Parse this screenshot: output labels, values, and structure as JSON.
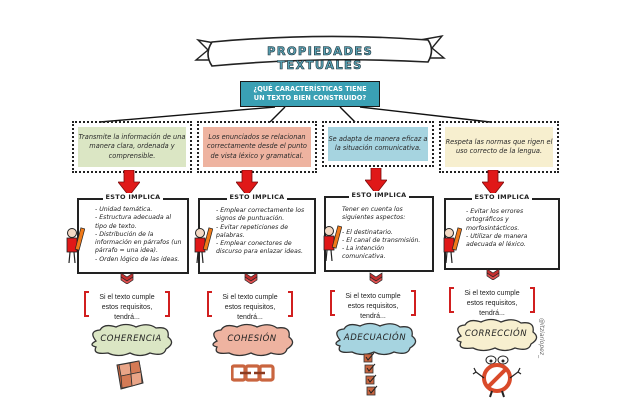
{
  "title": "PROPIEDADES TEXTUALES",
  "question": {
    "line1": "¿QUÉ CARACTERÍSTICAS TIENE",
    "line2": "UN TEXTO BIEN CONSTRUIDO?"
  },
  "colors": {
    "question_bg": "#3aa0b4",
    "arrow_red": "#e01818",
    "bracket_red": "#d11f1f",
    "coherencia": "#dbe6c4",
    "cohesion": "#eeb3a0",
    "adecuacion": "#a6d4e0",
    "correccion": "#f7efcf"
  },
  "columns": [
    {
      "description": "Transmite la información de una manera clara, ordenada y comprensible.",
      "implica_label": "ESTO IMPLICA",
      "implica_items": [
        "- Unidad  temática.",
        "- Estructura adecuada al tipo de texto.",
        "- Distribución de la información en párrafos (un párrafo = una idea).",
        "- Orden lógico de las ideas."
      ],
      "requisitos": [
        "Si el texto cumple",
        "estos requisitos, tendrá..."
      ],
      "property": "COHERENCIA",
      "icon": "puzzle-icon"
    },
    {
      "description": "Los enunciados se relacionan correctamente desde el punto de vista léxico y gramatical.",
      "implica_label": "ESTO IMPLICA",
      "implica_items": [
        "- Emplear correctamente los signos de puntuación.",
        "- Evitar repeticiones de palabras.",
        "- Emplear conectores de discurso para enlazar ideas."
      ],
      "requisitos": [
        "Si el texto cumple",
        "estos requisitos, tendrá..."
      ],
      "property": "COHESIÓN",
      "icon": "chain-icon"
    },
    {
      "description": "Se adapta de manera eficaz a la situación comunicativa.",
      "implica_label": "ESTO IMPLICA",
      "implica_items": [
        "Tener en cuenta los siguientes aspectos:",
        "",
        "- El destinatario.",
        "- El canal de transmisión.",
        "- La intención comunicativa."
      ],
      "requisitos": [
        "Si el texto cumple",
        "estos requisitos, tendrá..."
      ],
      "property": "ADECUACIÓN",
      "icon": "checklist-icon"
    },
    {
      "description": "Respeta las normas que rigen el uso correcto de la lengua.",
      "implica_label": "ESTO IMPLICA",
      "implica_items": [
        "- Evitar los errores ortográficos y morfosintácticos.",
        "- Utilizar de manera adecuada el léxico."
      ],
      "requisitos": [
        "Si el texto cumple",
        "estos requisitos, tendrá..."
      ],
      "property": "CORRECCIÓN",
      "icon": "prohibited-sign-icon"
    }
  ],
  "watermark": "@itziarlopez_"
}
